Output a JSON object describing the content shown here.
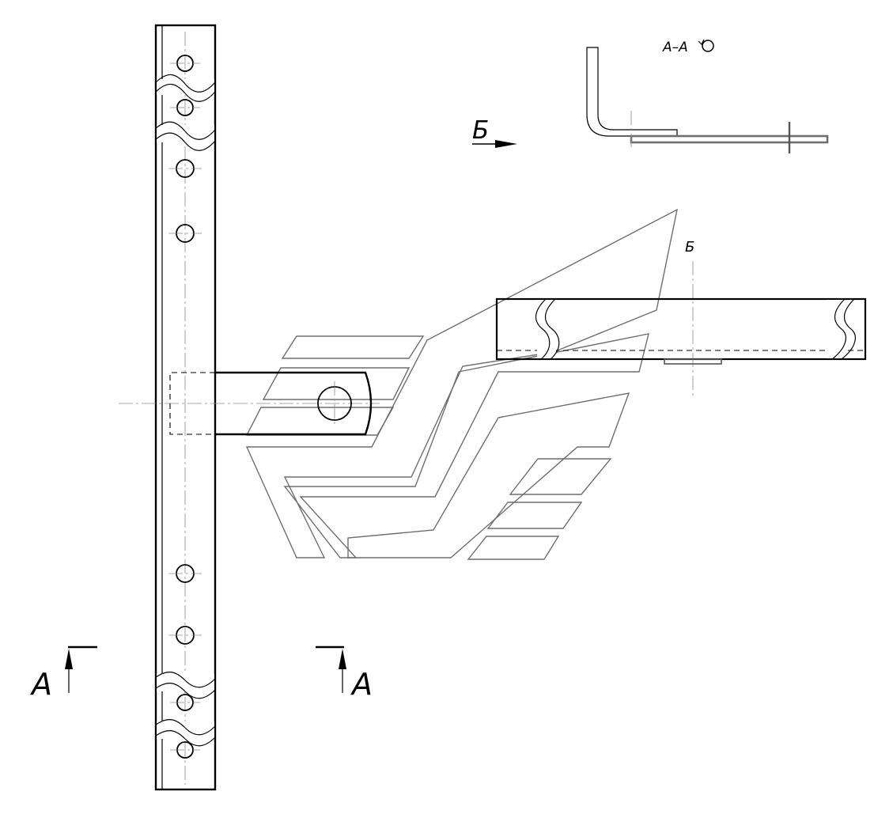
{
  "labels": {
    "section_mark_left": "A",
    "section_mark_right": "A",
    "view_mark": "Б",
    "view_mark_small": "Б",
    "section_title": "A–A"
  },
  "colors": {
    "line": "#000000",
    "watermark": "#6e6e6e",
    "centerline": "#8a8a8a",
    "background": "#ffffff"
  },
  "icons": {
    "rotation_symbol": "rotated-view-icon"
  }
}
